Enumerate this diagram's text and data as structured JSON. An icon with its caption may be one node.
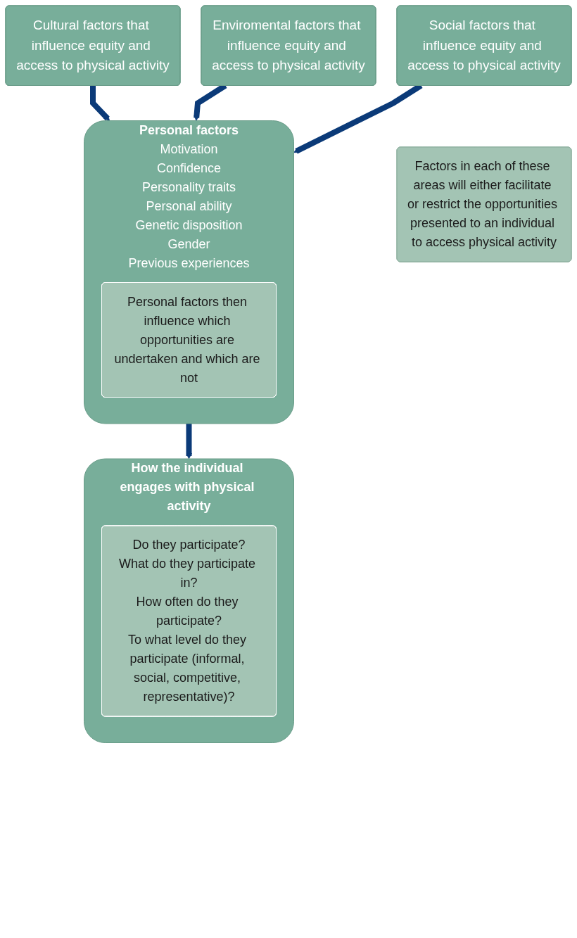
{
  "diagram": {
    "nodes": [
      {
        "text": [
          "Social factors that influence equity and access to physical activity"
        ]
      },
      {
        "text": [
          "Cultural factors that influence equity and access to physical activity"
        ]
      },
      {
        "text": [
          "Enviromental factors that influence equity and access to physical activity"
        ]
      },
      {
        "text": [
          "Factors in each of these areas will either facilitate or restrict the opportunities presented to an individual to access physical activity"
        ]
      },
      {
        "text": [
          "Personal factors",
          "Motivation",
          "Confidence",
          "Personality traits",
          "Personal ability",
          "Genetic disposition",
          "Gender",
          "Previous experiences"
        ]
      },
      {
        "text": [
          "Personal factors then influence which opportunities are undertaken and which are not"
        ],
        "in": 4
      },
      {
        "text": [
          "How the individual engages with physical activity"
        ]
      },
      {
        "text": [
          "Do they participate?",
          "What do they participate in?",
          "How often do they participate?",
          "To what level do they participate (informal, social, competitive, representative)?"
        ],
        "in": 6
      }
    ],
    "edges": [
      {
        "from": 0,
        "to": 4,
        "arrow": "to"
      },
      {
        "from": 1,
        "to": 4,
        "arrow": "to"
      },
      {
        "from": 2,
        "to": 4,
        "arrow": "to"
      },
      {
        "from": 4,
        "to": 6,
        "arrow": "to"
      }
    ]
  }
}
